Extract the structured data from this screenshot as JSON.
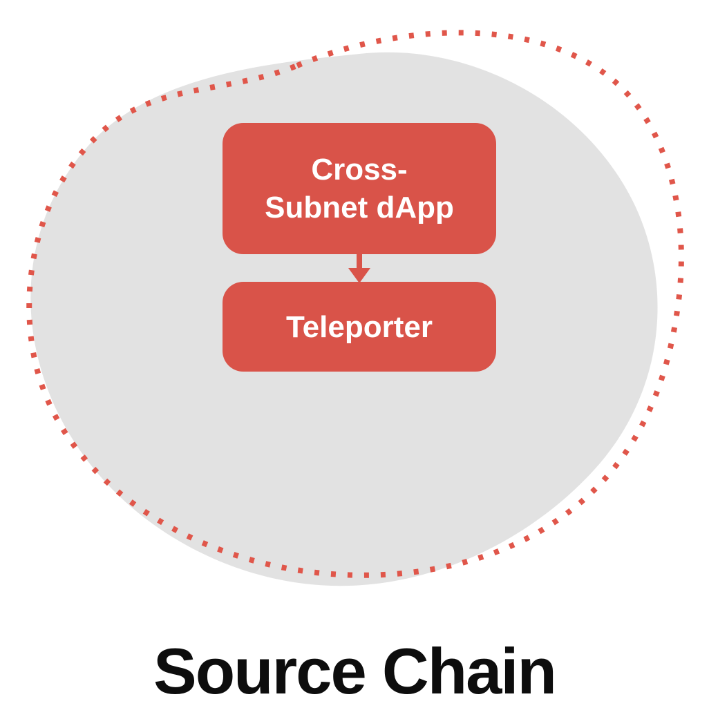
{
  "diagram": {
    "title": "Source Chain",
    "nodes": {
      "dapp": {
        "label": "Cross-Subnet dApp"
      },
      "teleporter": {
        "label": "Teleporter"
      }
    },
    "edges": [
      {
        "from": "dapp",
        "to": "teleporter",
        "direction": "down"
      }
    ],
    "colors": {
      "node_fill": "#d95349",
      "node_text": "#ffffff",
      "blob_fill": "#e2e2e2",
      "dotted_border": "#e0564a",
      "arrow": "#d95349",
      "title": "#0d0d0d",
      "background": "#ffffff"
    }
  }
}
